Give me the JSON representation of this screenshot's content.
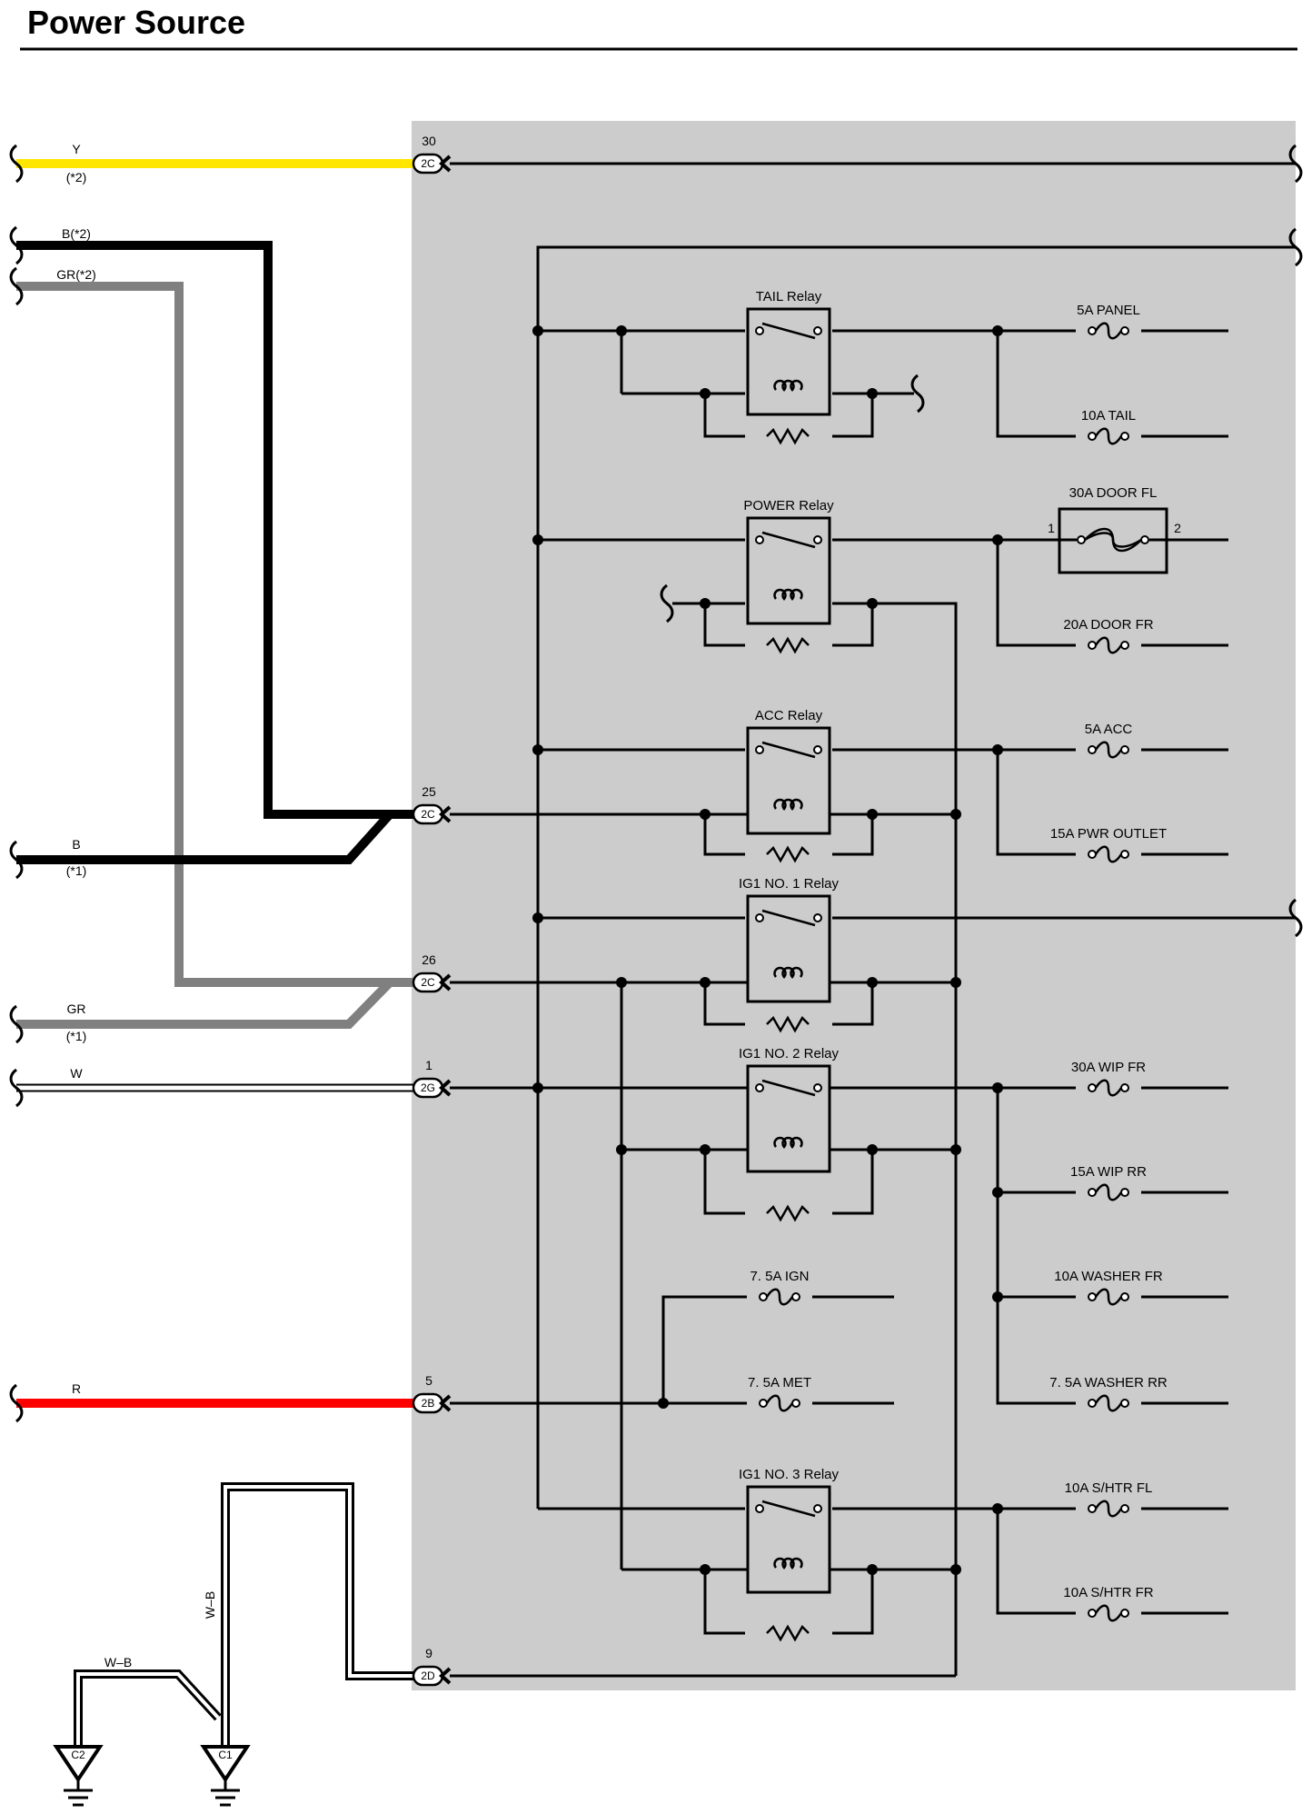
{
  "title": "Power Source",
  "colors": {
    "box_fill": "#cccccc",
    "yellow": "#ffe600",
    "red": "#ff0000",
    "black": "#000000",
    "gray": "#808080",
    "white": "#ffffff"
  },
  "wires": {
    "y": {
      "label": "Y",
      "note": "(*2)"
    },
    "b2": {
      "label": "B(*2)"
    },
    "gr2": {
      "label": "GR(*2)"
    },
    "b1": {
      "label": "B",
      "note": "(*1)"
    },
    "gr1": {
      "label": "GR",
      "note": "(*1)"
    },
    "w": {
      "label": "W"
    },
    "r": {
      "label": "R"
    },
    "wb_vertical": {
      "label": "W–B"
    },
    "wb_horizontal": {
      "label": "W–B"
    }
  },
  "connectors": [
    {
      "pin": "30",
      "code": "2C"
    },
    {
      "pin": "25",
      "code": "2C"
    },
    {
      "pin": "26",
      "code": "2C"
    },
    {
      "pin": "1",
      "code": "2G"
    },
    {
      "pin": "5",
      "code": "2B"
    },
    {
      "pin": "9",
      "code": "2D"
    }
  ],
  "grounds": [
    {
      "code": "C2"
    },
    {
      "code": "C1"
    }
  ],
  "relays": [
    {
      "name": "TAIL Relay"
    },
    {
      "name": "POWER Relay"
    },
    {
      "name": "ACC Relay"
    },
    {
      "name": "IG1 NO. 1 Relay"
    },
    {
      "name": "IG1 NO. 2 Relay"
    },
    {
      "name": "IG1 NO. 3 Relay"
    }
  ],
  "fuses": [
    {
      "name": "5A PANEL"
    },
    {
      "name": "10A TAIL"
    },
    {
      "name": "30A DOOR FL",
      "pin_left": "1",
      "pin_right": "2"
    },
    {
      "name": "20A DOOR FR"
    },
    {
      "name": "5A ACC"
    },
    {
      "name": "15A PWR OUTLET"
    },
    {
      "name": "30A WIP FR"
    },
    {
      "name": "15A WIP RR"
    },
    {
      "name": "10A WASHER FR"
    },
    {
      "name": "7. 5A WASHER RR"
    },
    {
      "name": "7. 5A IGN"
    },
    {
      "name": "7. 5A MET"
    },
    {
      "name": "10A S/HTR FL"
    },
    {
      "name": "10A S/HTR FR"
    }
  ]
}
